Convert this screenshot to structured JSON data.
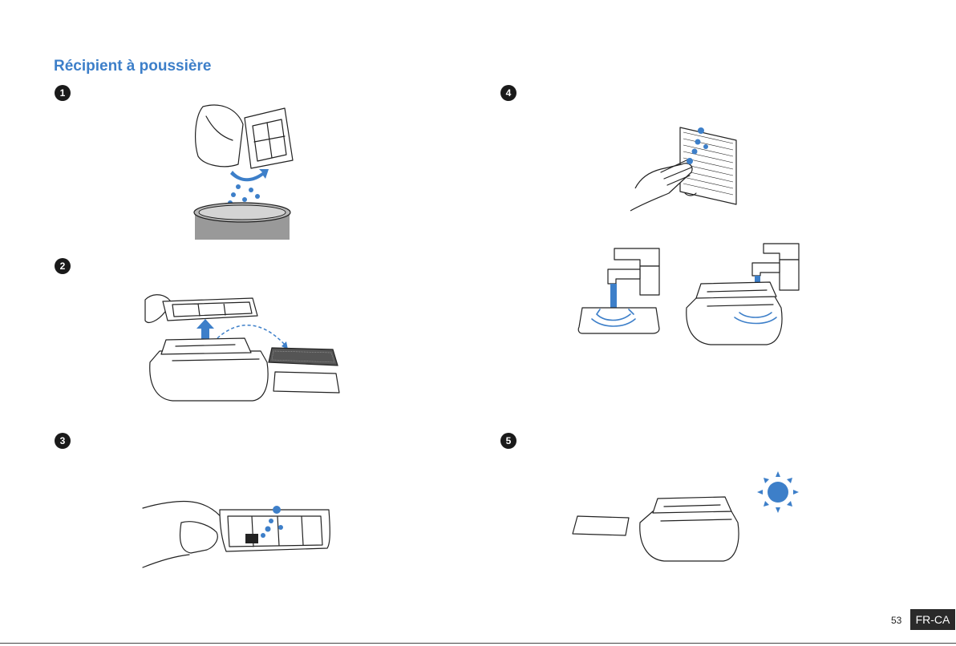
{
  "page": {
    "title": "Récipient à poussière",
    "page_number": "53",
    "language_badge": "FR-CA"
  },
  "steps": [
    "1",
    "2",
    "3",
    "4",
    "5"
  ],
  "colors": {
    "accent": "#3d7fc9",
    "badge_bg": "#2a2a2a",
    "bin_gray": "#999999"
  },
  "icons": [
    "sun-icon",
    "arrow-up-icon",
    "curved-arrow-icon",
    "water-stream-icon"
  ]
}
